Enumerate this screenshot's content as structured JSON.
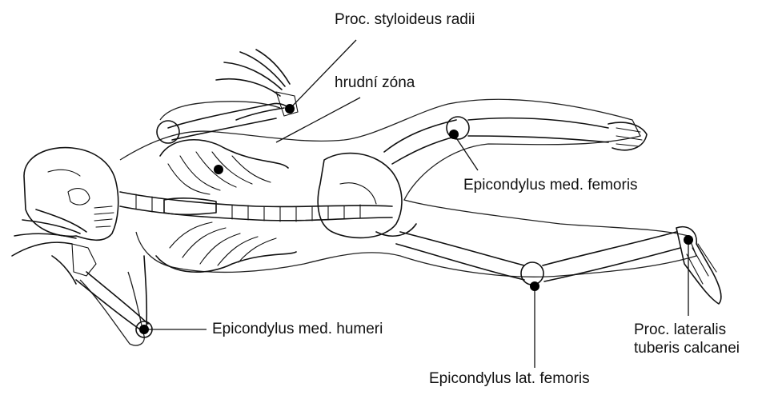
{
  "labels": {
    "styloideus": "Proc. styloideus radii",
    "hrudni": "hrudní zóna",
    "epi_med_femoris": "Epicondylus med. femoris",
    "epi_med_humeri": "Epicondylus med. humeri",
    "proc_lat_line1": "Proc. lateralis",
    "proc_lat_line2": "tuberis calcanei",
    "epi_lat_femoris": "Epicondylus lat. femoris"
  }
}
